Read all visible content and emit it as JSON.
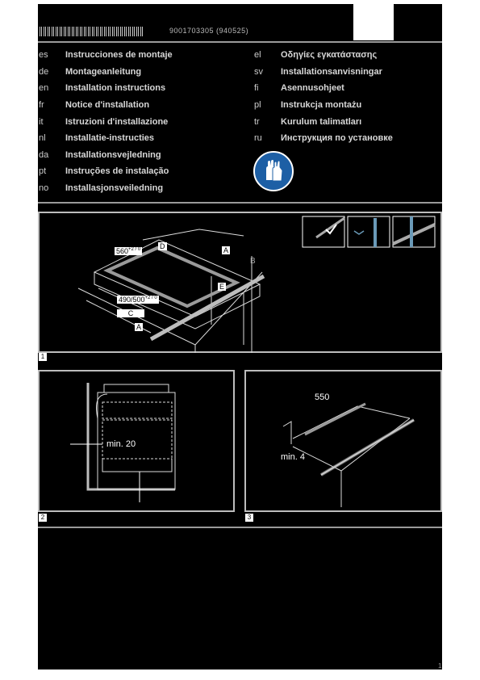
{
  "header": {
    "doc_number": "9001703305   (940525)"
  },
  "languages_left": [
    {
      "code": "es",
      "title": "Instrucciones de montaje"
    },
    {
      "code": "de",
      "title": "Montageanleitung"
    },
    {
      "code": "en",
      "title": "Installation instructions"
    },
    {
      "code": "fr",
      "title": "Notice d'installation"
    },
    {
      "code": "it",
      "title": "Istruzioni d'installazione"
    },
    {
      "code": "nl",
      "title": "Installatie-instructies"
    },
    {
      "code": "da",
      "title": "Installationsvejledning"
    },
    {
      "code": "pt",
      "title": "Instruções de instalação"
    },
    {
      "code": "no",
      "title": "Installasjonsveiledning"
    }
  ],
  "languages_right": [
    {
      "code": "el",
      "title": "Οδηγίες εγκατάστασης"
    },
    {
      "code": "sv",
      "title": "Installationsanvisningar"
    },
    {
      "code": "fi",
      "title": "Asennusohjeet"
    },
    {
      "code": "pl",
      "title": "Instrukcja montażu"
    },
    {
      "code": "tr",
      "title": "Kurulum talimatları"
    },
    {
      "code": "ru",
      "title": "Инструкция по установке"
    }
  ],
  "icons": {
    "gloves": "gloves-icon",
    "glove_color": "#1d5fa5"
  },
  "figure1": {
    "label": "1",
    "dim_width": "560",
    "dim_width_tol": "+2 / 0",
    "dim_depth": "490/500",
    "dim_depth_tol": "+2 / 0",
    "marker_c": "C",
    "marker_a1": "A",
    "marker_a2": "A",
    "marker_d": "D",
    "marker_e": "E",
    "marker_b": "B"
  },
  "figure2": {
    "label": "2",
    "dim_min20": "min. 20"
  },
  "figure3": {
    "label": "3",
    "dim_550": "550",
    "dim_min4": "min. 4"
  },
  "footer": {
    "page_number": "1"
  }
}
